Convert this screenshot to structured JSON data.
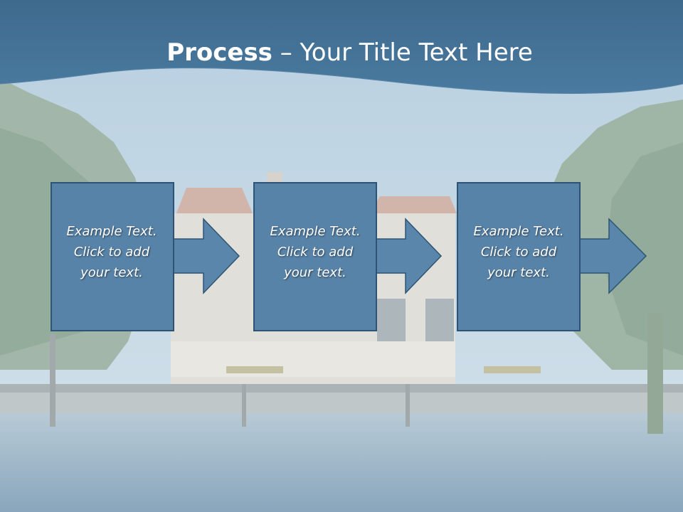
{
  "title": {
    "bold": "Process",
    "rest": " – Your Title Text Here"
  },
  "steps": [
    {
      "line1": "Example Text.",
      "line2": "Click  to add",
      "line3": "your text."
    },
    {
      "line1": "Example Text.",
      "line2": "Click  to add",
      "line3": "your text."
    },
    {
      "line1": "Example Text.",
      "line2": "Click  to add",
      "line3": "your text."
    }
  ],
  "colors": {
    "header": "#3e6d91",
    "box": "#5883a8",
    "box_border": "#2d5474",
    "arrow": "#5a86ab"
  }
}
